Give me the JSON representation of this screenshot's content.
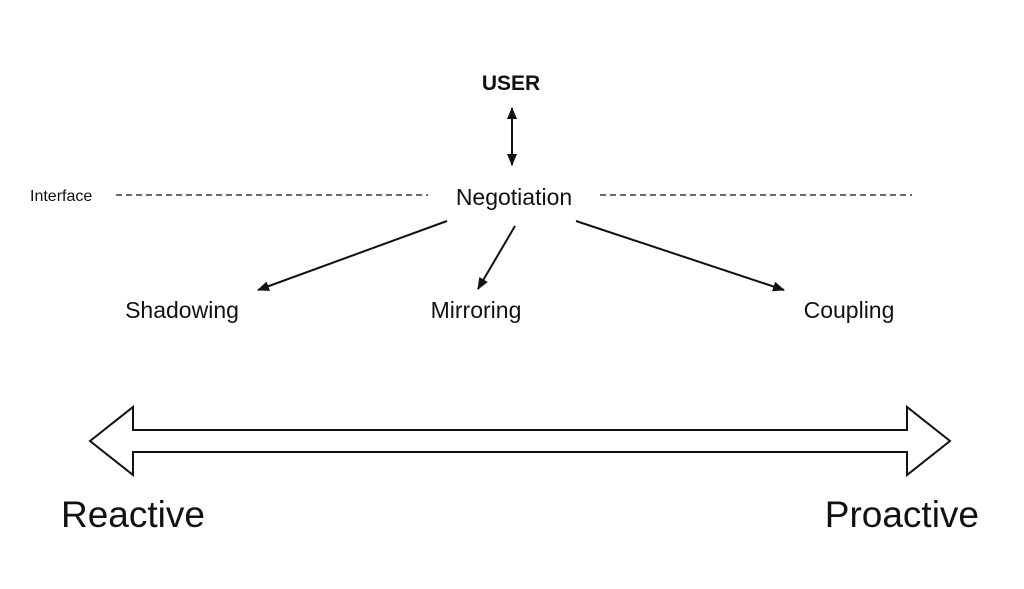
{
  "diagram": {
    "top_node": "USER",
    "center_node": "Negotiation",
    "interface_label": "Interface",
    "children": [
      "Shadowing",
      "Mirroring",
      "Coupling"
    ],
    "scale": {
      "left_label": "Reactive",
      "right_label": "Proactive"
    }
  },
  "colors": {
    "ink": "#111111",
    "background": "#ffffff"
  }
}
